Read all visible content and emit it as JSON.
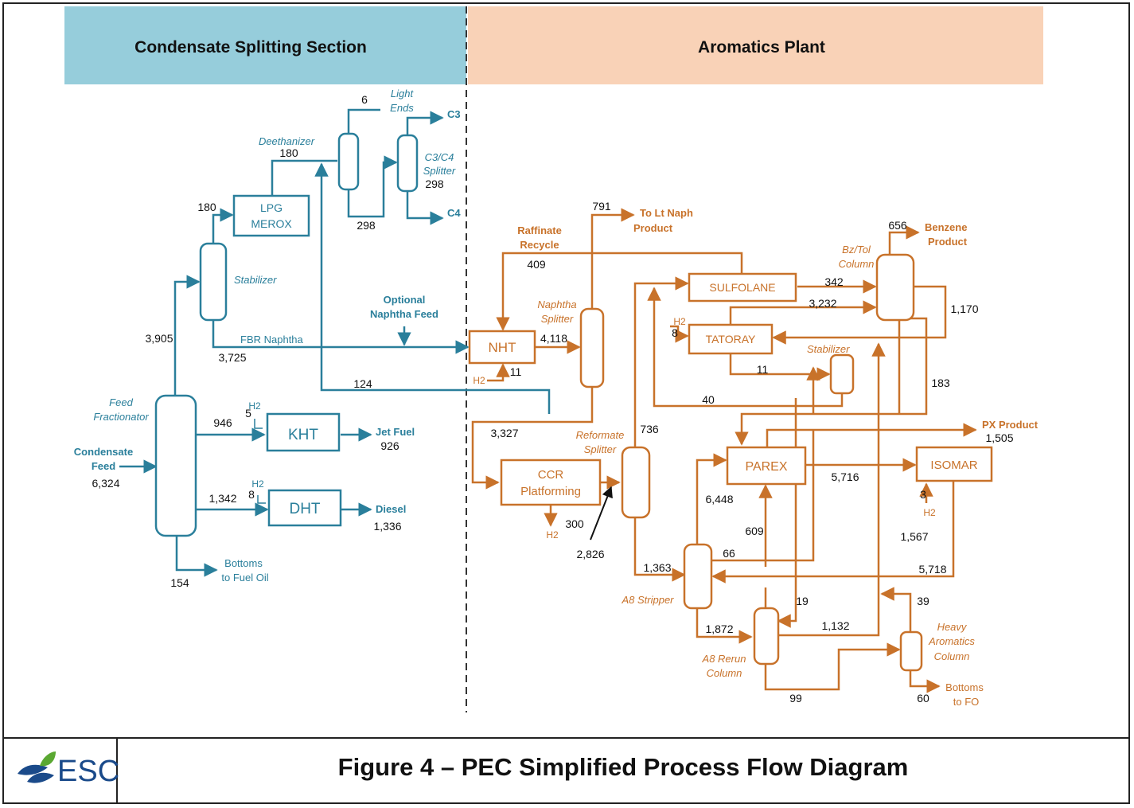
{
  "colors": {
    "blue": "#2a7f9b",
    "orange": "#c8722a",
    "header_blue": "#96cddb",
    "header_orange": "#f9d2b7",
    "ink": "#111111"
  },
  "headers": {
    "left": "Condensate Splitting Section",
    "right": "Aromatics Plant"
  },
  "footer": {
    "logo_text": "ESC",
    "logo_icon": "esc-leaf-logo",
    "caption": "Figure 4 – PEC Simplified Process Flow Diagram"
  },
  "units": {
    "lpg_merox": [
      "LPG",
      "MEROX"
    ],
    "kht": "KHT",
    "dht": "DHT",
    "nht": "NHT",
    "ccr": [
      "CCR",
      "Platforming"
    ],
    "sulfolane": "SULFOLANE",
    "tatoray": "TATORAY",
    "parex": "PAREX",
    "isomar": "ISOMAR"
  },
  "labels": {
    "deethanizer": "Deethanizer",
    "light_ends": [
      "Light",
      "Ends"
    ],
    "c3": "C3",
    "c4": "C4",
    "c3c4_splitter": [
      "C3/C4",
      "Splitter"
    ],
    "stabilizer_left": "Stabilizer",
    "fbr_naphtha": "FBR Naphtha",
    "optional_naphtha_feed": [
      "Optional",
      "Naphtha Feed"
    ],
    "feed_fractionator": [
      "Feed",
      "Fractionator"
    ],
    "condensate_feed": [
      "Condensate",
      "Feed"
    ],
    "jet_fuel": "Jet Fuel",
    "diesel": "Diesel",
    "bottoms_fuel_oil": [
      "Bottoms",
      "to Fuel Oil"
    ],
    "h2": "H2",
    "raffinate_recycle": [
      "Raffinate",
      "Recycle"
    ],
    "to_lt_naph": [
      "To Lt Naph",
      "Product"
    ],
    "naphtha_splitter": [
      "Naphtha",
      "Splitter"
    ],
    "bztol_column": [
      "Bz/Tol",
      "Column"
    ],
    "benzene_product": [
      "Benzene",
      "Product"
    ],
    "stabilizer_right": "Stabilizer",
    "reformate_splitter": [
      "Reformate",
      "Splitter"
    ],
    "px_product": "PX Product",
    "a8_stripper": "A8 Stripper",
    "a8_rerun": [
      "A8 Rerun",
      "Column"
    ],
    "heavy_aromatics": [
      "Heavy",
      "Aromatics",
      "Column"
    ],
    "bottoms_fo": [
      "Bottoms",
      "to FO"
    ]
  },
  "flows": {
    "f6": "6",
    "f180a": "180",
    "f298a": "298",
    "f298b": "298",
    "f180b": "180",
    "f3905": "3,905",
    "f3725": "3,725",
    "f124": "124",
    "f6324": "6,324",
    "f946": "946",
    "f5": "5",
    "f926": "926",
    "f1342": "1,342",
    "f8a": "8",
    "f1336": "1,336",
    "f154": "154",
    "f791": "791",
    "f409": "409",
    "f4118": "4,118",
    "f11a": "11",
    "f3327": "3,327",
    "f300": "300",
    "f2826": "2,826",
    "f736": "736",
    "f656": "656",
    "f342": "342",
    "f3232": "3,232",
    "f1170": "1,170",
    "f8b": "8",
    "f11b": "11",
    "f40": "40",
    "f183": "183",
    "f1505": "1,505",
    "f5716": "5,716",
    "f3": "3",
    "f6448": "6,448",
    "f609": "609",
    "f66": "66",
    "f1567": "1,567",
    "f5718": "5,718",
    "f1363": "1,363",
    "f19": "19",
    "f39": "39",
    "f1872": "1,872",
    "f1132": "1,132",
    "f99": "99",
    "f60": "60"
  }
}
